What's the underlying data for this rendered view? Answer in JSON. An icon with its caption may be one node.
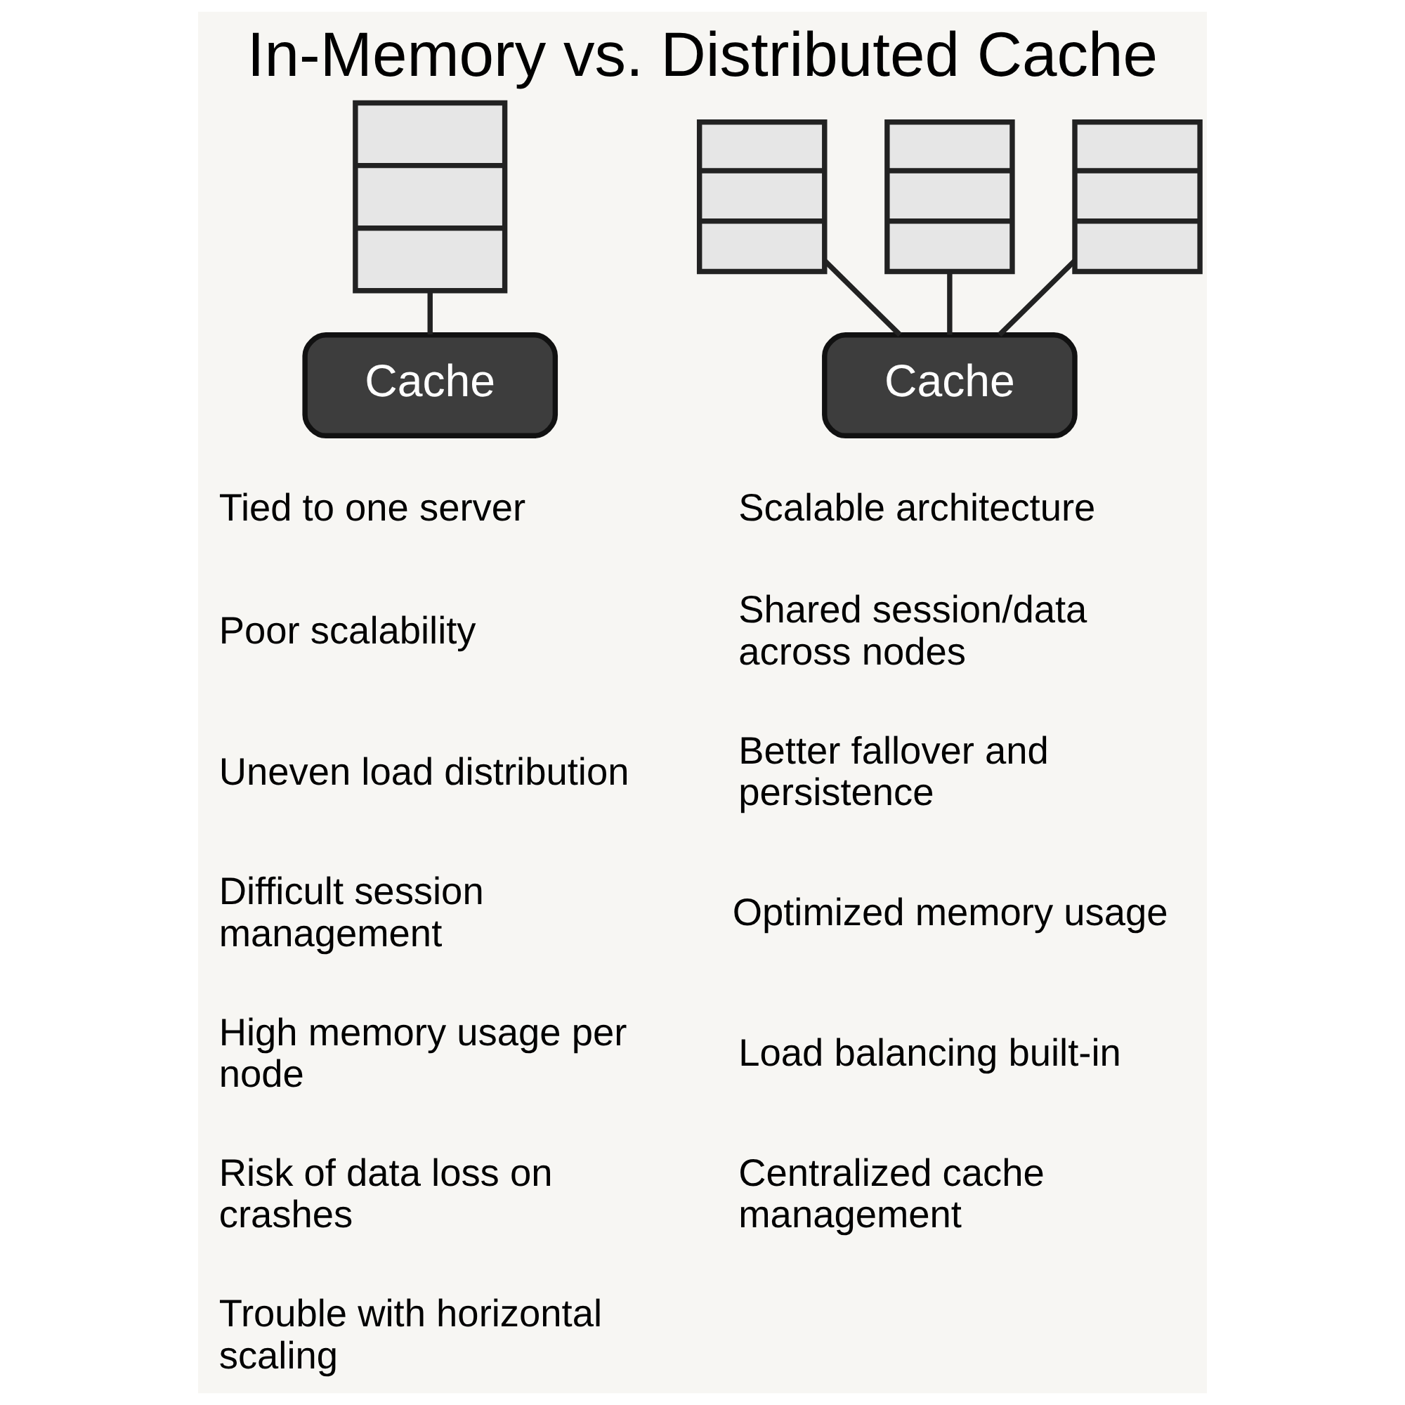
{
  "diagram": {
    "title": "In-Memory vs. Distributed Cache",
    "nodes": [
      {
        "text": [],
        "shape": "box"
      },
      {
        "text": [
          "Cache"
        ]
      },
      {
        "text": [],
        "shape": "box"
      },
      {
        "text": [],
        "shape": "box"
      },
      {
        "text": [],
        "shape": "box"
      },
      {
        "text": [
          "Cache"
        ]
      }
    ],
    "edges": [
      {
        "from": 0,
        "to": 1,
        "arrow": "none"
      },
      {
        "from": 2,
        "to": 5,
        "arrow": "none"
      },
      {
        "from": 3,
        "to": 5,
        "arrow": "none"
      },
      {
        "from": 4,
        "to": 5,
        "arrow": "none"
      }
    ],
    "labels": [
      "Tied to one server",
      "Poor scalability",
      "Uneven load distribution",
      "Difficult session management",
      "High memory usage per node",
      "Risk of data loss on crashes",
      "Trouble with horizontal scaling",
      "Scalable architecture",
      "Shared session/data across nodes",
      "Better fallover and persistence",
      "Optimized memory usage",
      "Load balancing built-in",
      "Centralized cache management"
    ]
  }
}
